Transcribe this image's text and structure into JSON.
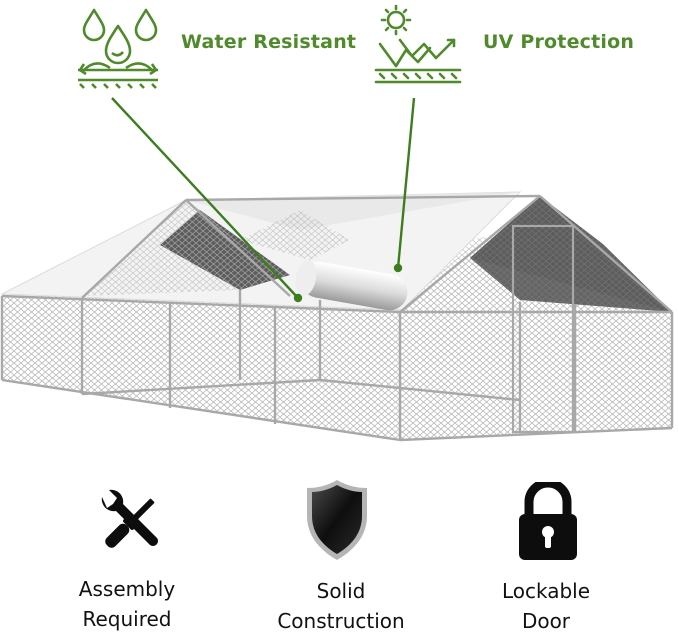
{
  "colors": {
    "accent_green": "#4f8a2b",
    "leader_line": "#3c7d1e",
    "dark_icon": "#0d0d0d",
    "roof_white": "#f4f4f4",
    "roof_shade": "#5a5a5a"
  },
  "features_top": [
    {
      "label": "Water Resistant",
      "icon": "water-drops-icon"
    },
    {
      "label": "UV Protection",
      "icon": "sun-uv-icon"
    }
  ],
  "features_bottom": [
    {
      "line1": "Assembly",
      "line2": "Required",
      "icon": "wrench-screwdriver-icon"
    },
    {
      "line1": "Solid",
      "line2": "Construction",
      "icon": "shield-icon"
    },
    {
      "line1": "Lockable",
      "line2": "Door",
      "icon": "padlock-icon"
    }
  ]
}
